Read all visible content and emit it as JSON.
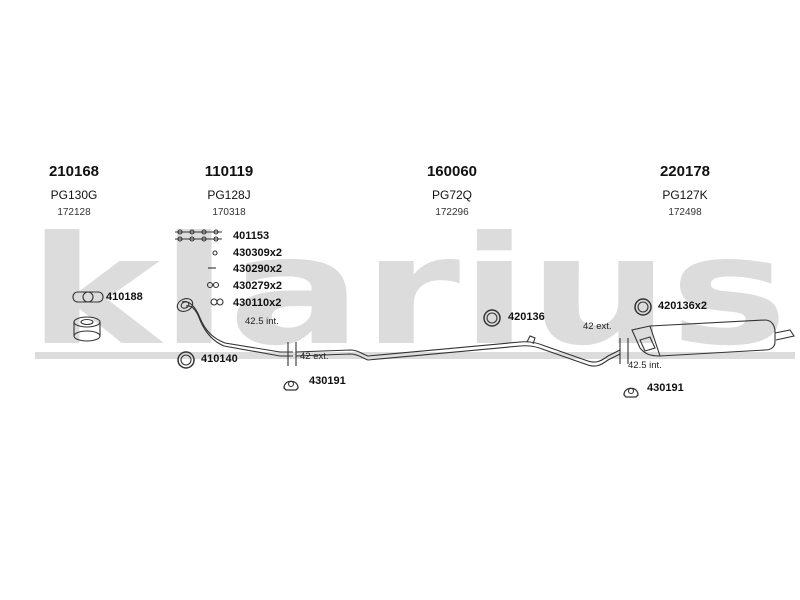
{
  "brand": {
    "watermark": "klarius"
  },
  "groups": [
    {
      "part_number": "210168",
      "code": "PG130G",
      "ref": "172128"
    },
    {
      "part_number": "110119",
      "code": "PG128J",
      "ref": "170318"
    },
    {
      "part_number": "160060",
      "code": "PG72Q",
      "ref": "172296"
    },
    {
      "part_number": "220178",
      "code": "PG127K",
      "ref": "172498"
    }
  ],
  "parts": {
    "p401153": "401153",
    "p430309": "430309x2",
    "p430290": "430290x2",
    "p430279": "430279x2",
    "p430110": "430110x2",
    "p410188": "410188",
    "p410140": "410140",
    "p430191_left": "430191",
    "p420136": "420136",
    "p420136x2": "420136x2",
    "p430191_right": "430191"
  },
  "dimensions": {
    "left_int": "42.5 int.",
    "left_ext": "42 ext.",
    "right_ext": "42 ext.",
    "right_int": "42.5 int."
  },
  "colors": {
    "watermark": "#d9d9d9",
    "line": "#333333"
  }
}
